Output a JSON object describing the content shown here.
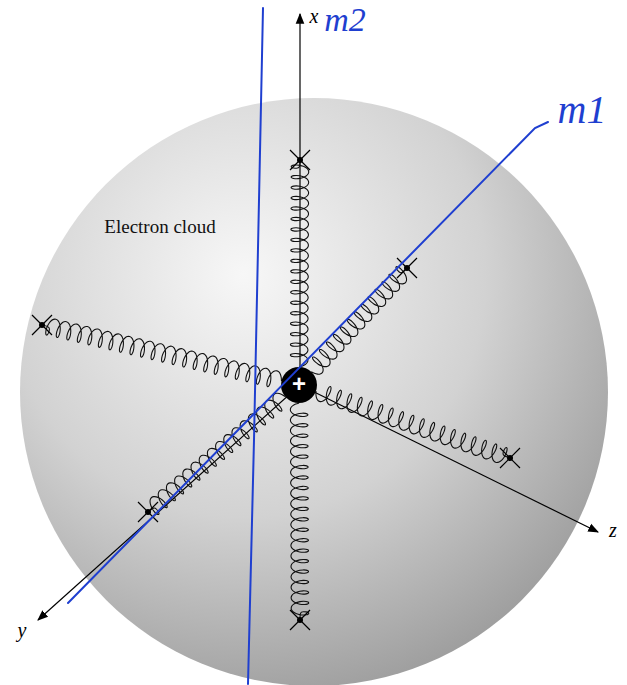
{
  "diagram": {
    "labels": [
      "x",
      "m2",
      "m1",
      "Electron cloud",
      "+",
      "y",
      "z"
    ]
  }
}
